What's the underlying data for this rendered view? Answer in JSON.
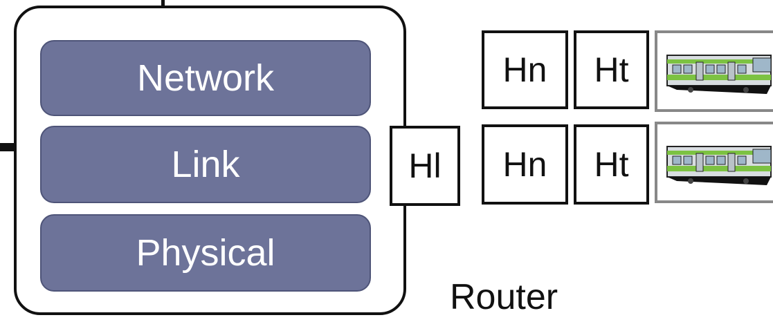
{
  "layers": {
    "network": "Network",
    "link": "Link",
    "physical": "Physical"
  },
  "headers": {
    "link": "Hl",
    "network_1": "Hn",
    "transport_1": "Ht",
    "network_2": "Hn",
    "transport_2": "Ht"
  },
  "router_label": "Router",
  "colors": {
    "layer_fill": "#6d7399",
    "train_green": "#7cc242"
  },
  "icons": {
    "payload": "train-icon"
  }
}
